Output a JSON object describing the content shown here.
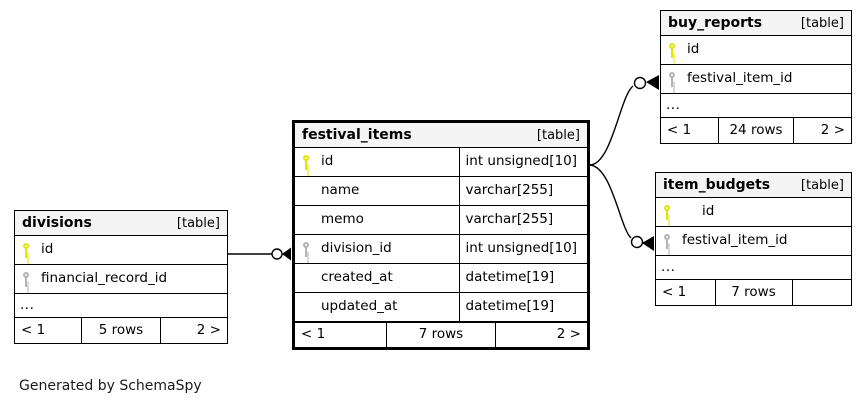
{
  "caption": "Generated by SchemaSpy",
  "labels": {
    "kind": "[table]",
    "ellipsis": "...",
    "prev": "< 1",
    "next": "2 >",
    "blank": ""
  },
  "colors": {
    "primary_key": "#e3e300",
    "foreign_key": "#b3b3b3",
    "header_bg": "#f4f4f4",
    "border": "#000000",
    "background": "#ffffff"
  },
  "tables": {
    "divisions": {
      "name": "divisions",
      "kind": "[table]",
      "columns": [
        {
          "key": "pk",
          "name": "id",
          "type": ""
        },
        {
          "key": "fk",
          "name": "financial_record_id",
          "type": ""
        }
      ],
      "ellipsis": "...",
      "footer": {
        "prev": "< 1",
        "rows": "5 rows",
        "next": "2 >"
      }
    },
    "festival_items": {
      "name": "festival_items",
      "kind": "[table]",
      "columns": [
        {
          "key": "pk",
          "name": "id",
          "type": "int unsigned[10]"
        },
        {
          "key": "none",
          "name": "name",
          "type": "varchar[255]"
        },
        {
          "key": "none",
          "name": "memo",
          "type": "varchar[255]"
        },
        {
          "key": "fk",
          "name": "division_id",
          "type": "int unsigned[10]"
        },
        {
          "key": "none",
          "name": "created_at",
          "type": "datetime[19]"
        },
        {
          "key": "none",
          "name": "updated_at",
          "type": "datetime[19]"
        }
      ],
      "footer": {
        "prev": "< 1",
        "rows": "7 rows",
        "next": "2 >"
      }
    },
    "buy_reports": {
      "name": "buy_reports",
      "kind": "[table]",
      "columns": [
        {
          "key": "pk",
          "name": "id",
          "type": ""
        },
        {
          "key": "fk",
          "name": "festival_item_id",
          "type": ""
        }
      ],
      "ellipsis": "...",
      "footer": {
        "prev": "< 1",
        "rows": "24 rows",
        "next": "2 >"
      }
    },
    "item_budgets": {
      "name": "item_budgets",
      "kind": "[table]",
      "columns": [
        {
          "key": "pk",
          "name": "id",
          "type": ""
        },
        {
          "key": "fk",
          "name": "festival_item_id",
          "type": ""
        }
      ],
      "ellipsis": "...",
      "footer": {
        "prev": "< 1",
        "rows": "7 rows",
        "next": ""
      }
    }
  },
  "relationships": [
    {
      "from": "divisions.id",
      "to": "festival_items.division_id"
    },
    {
      "from": "festival_items.id",
      "to": "buy_reports.festival_item_id"
    },
    {
      "from": "festival_items.id",
      "to": "item_budgets.festival_item_id"
    }
  ]
}
